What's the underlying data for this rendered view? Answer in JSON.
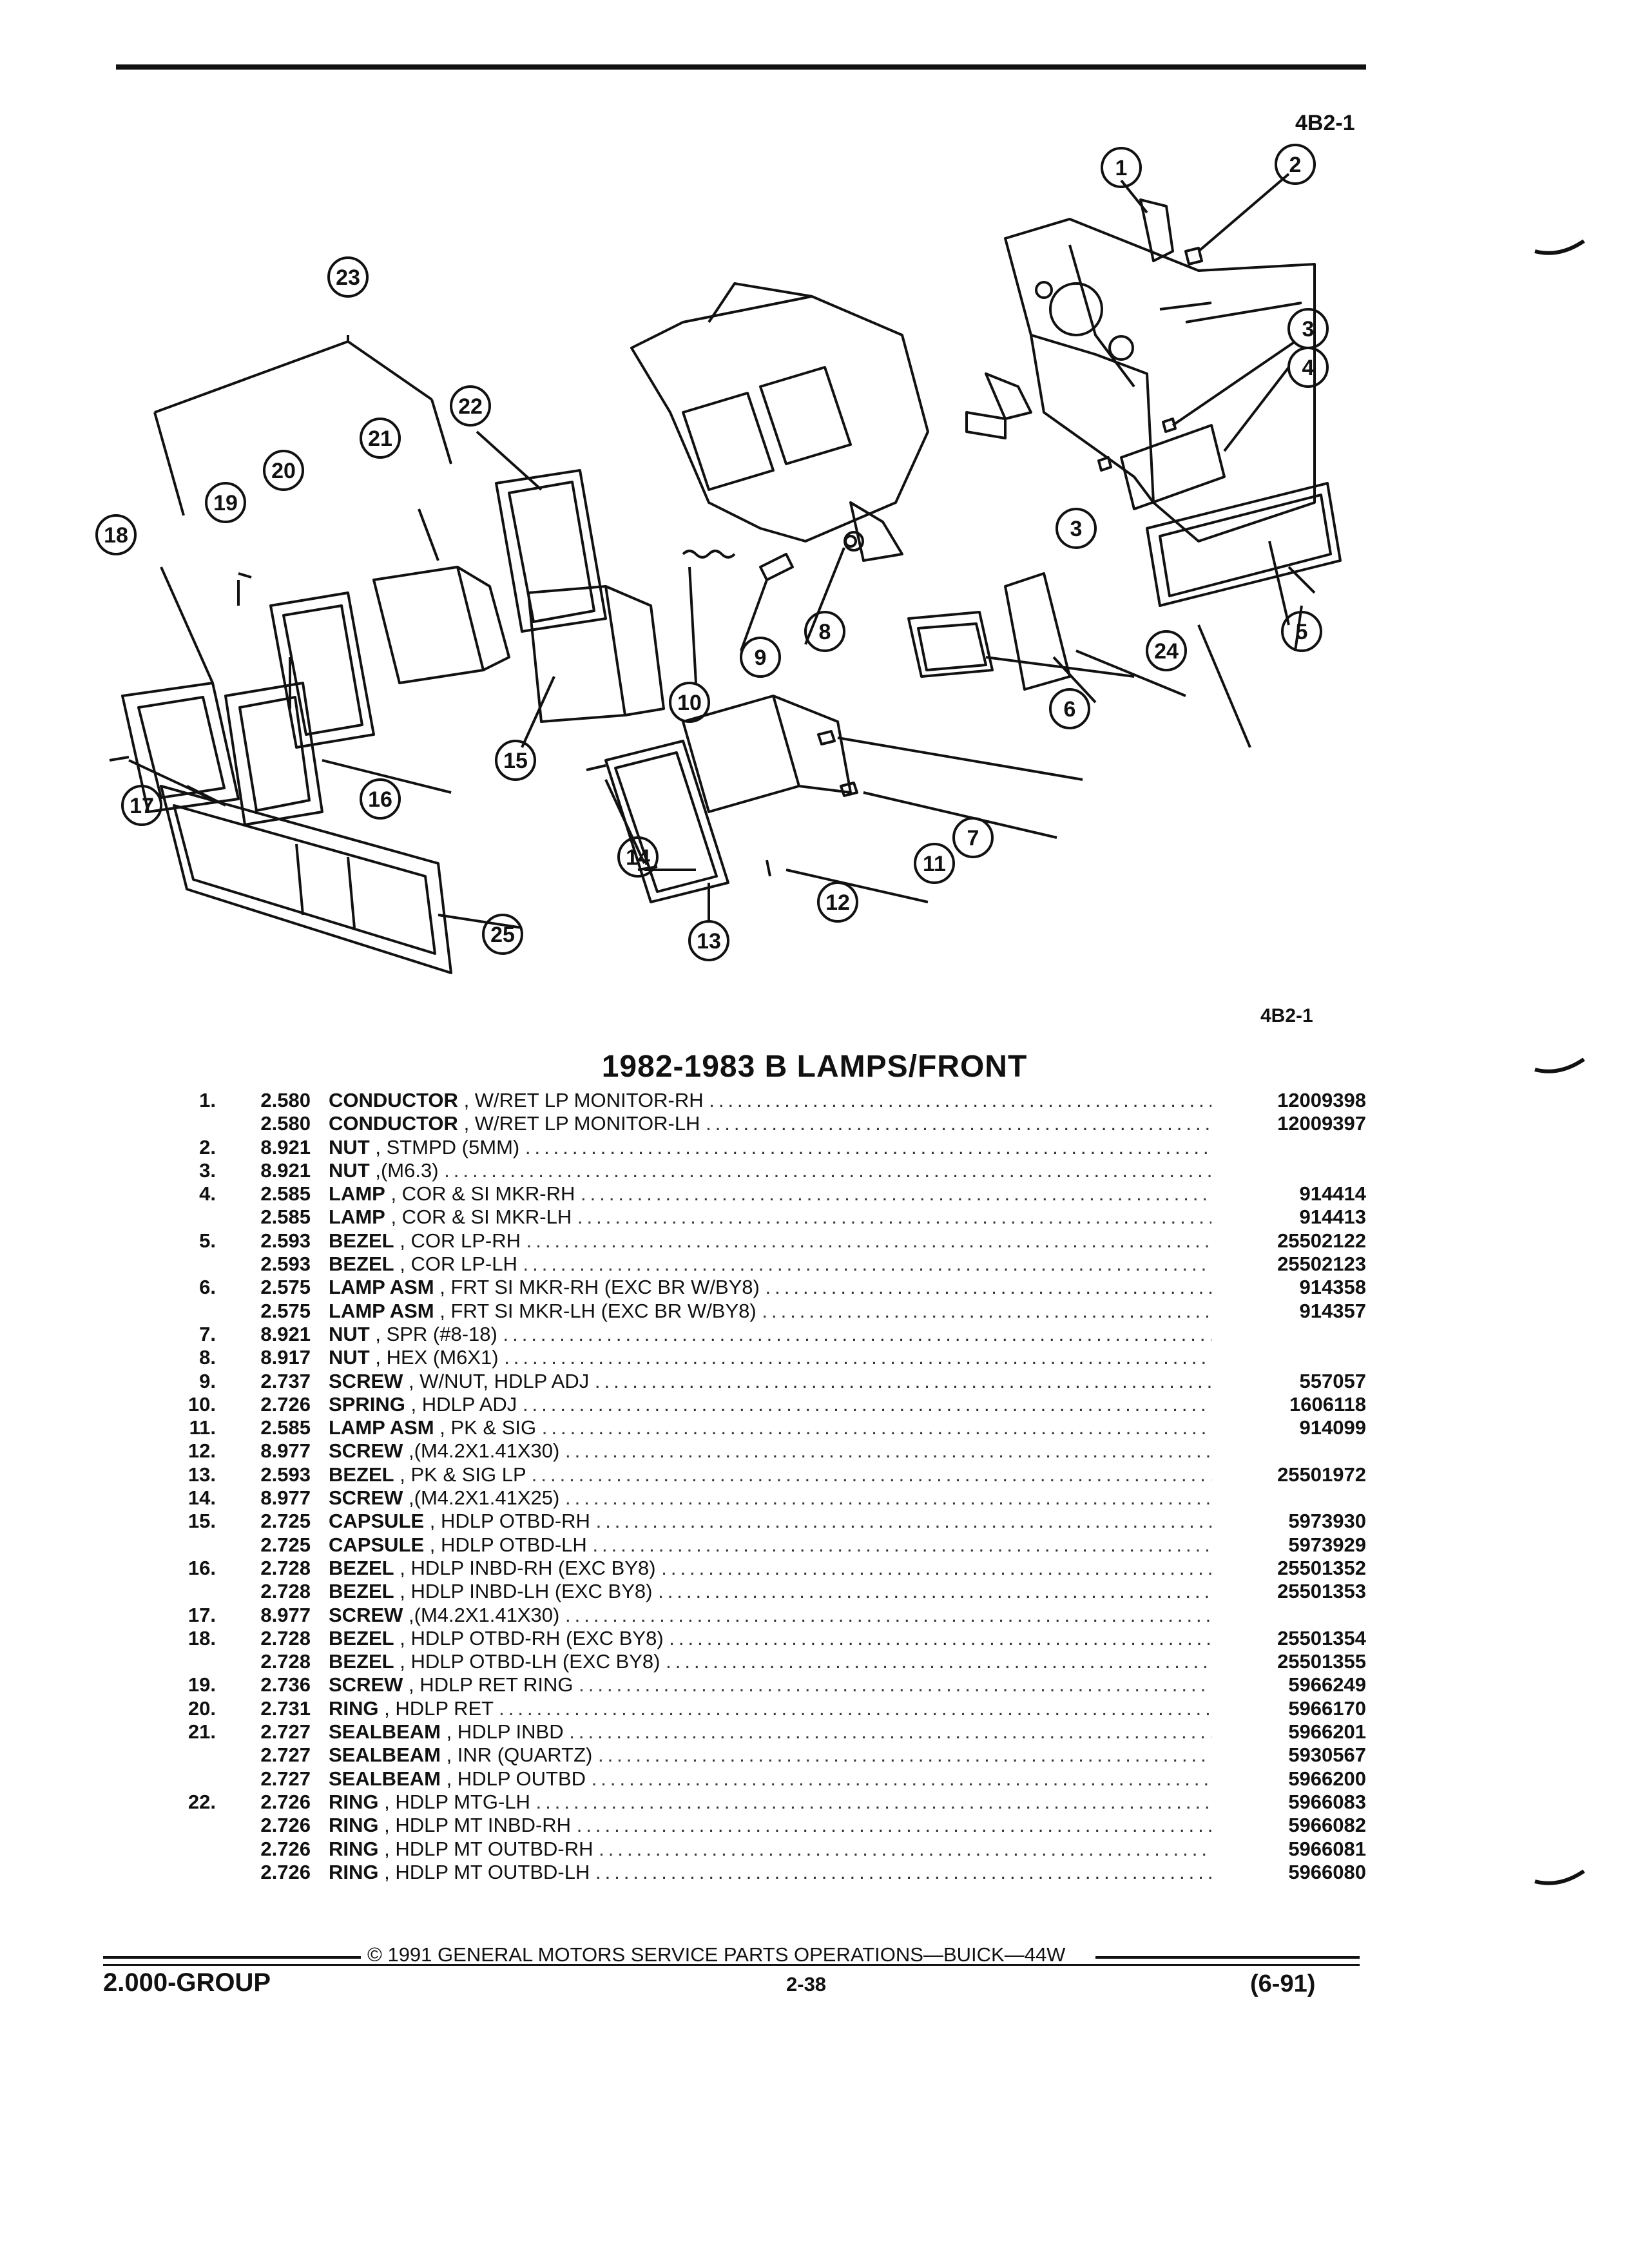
{
  "header": {
    "figure_code_top": "4B2-1"
  },
  "diagram": {
    "callouts": [
      "1",
      "2",
      "3",
      "4",
      "5",
      "6",
      "7",
      "8",
      "9",
      "10",
      "11",
      "12",
      "13",
      "14",
      "15",
      "16",
      "17",
      "18",
      "19",
      "20",
      "21",
      "22",
      "23",
      "24",
      "25"
    ],
    "figure_code_bottom": "4B2-1"
  },
  "title": "1982-1983 B LAMPS/FRONT",
  "parts": [
    {
      "num": "1.",
      "grp": "2.580",
      "name": "CONDUCTOR",
      "desc": ", W/RET LP MONITOR-RH",
      "pn": "12009398"
    },
    {
      "num": "",
      "grp": "2.580",
      "name": "CONDUCTOR",
      "desc": ", W/RET LP MONITOR-LH",
      "pn": "12009397"
    },
    {
      "num": "2.",
      "grp": "8.921",
      "name": "NUT",
      "desc": ", STMPD (5MM)",
      "pn": ""
    },
    {
      "num": "3.",
      "grp": "8.921",
      "name": "NUT",
      "desc": ",(M6.3)",
      "pn": ""
    },
    {
      "num": "4.",
      "grp": "2.585",
      "name": "LAMP",
      "desc": ", COR & SI MKR-RH",
      "pn": "914414"
    },
    {
      "num": "",
      "grp": "2.585",
      "name": "LAMP",
      "desc": ", COR & SI MKR-LH",
      "pn": "914413"
    },
    {
      "num": "5.",
      "grp": "2.593",
      "name": "BEZEL",
      "desc": ", COR LP-RH",
      "pn": "25502122"
    },
    {
      "num": "",
      "grp": "2.593",
      "name": "BEZEL",
      "desc": ", COR LP-LH",
      "pn": "25502123"
    },
    {
      "num": "6.",
      "grp": "2.575",
      "name": "LAMP ASM",
      "desc": ", FRT SI MKR-RH (EXC BR W/BY8)",
      "pn": "914358"
    },
    {
      "num": "",
      "grp": "2.575",
      "name": "LAMP ASM",
      "desc": ", FRT SI MKR-LH (EXC BR W/BY8)",
      "pn": "914357"
    },
    {
      "num": "7.",
      "grp": "8.921",
      "name": "NUT",
      "desc": ", SPR (#8-18)",
      "pn": ""
    },
    {
      "num": "8.",
      "grp": "8.917",
      "name": "NUT",
      "desc": ", HEX (M6X1)",
      "pn": ""
    },
    {
      "num": "9.",
      "grp": "2.737",
      "name": "SCREW",
      "desc": ", W/NUT, HDLP ADJ",
      "pn": "557057"
    },
    {
      "num": "10.",
      "grp": "2.726",
      "name": "SPRING",
      "desc": ", HDLP ADJ",
      "pn": "1606118"
    },
    {
      "num": "11.",
      "grp": "2.585",
      "name": "LAMP ASM",
      "desc": ", PK & SIG",
      "pn": "914099"
    },
    {
      "num": "12.",
      "grp": "8.977",
      "name": "SCREW",
      "desc": ",(M4.2X1.41X30)",
      "pn": ""
    },
    {
      "num": "13.",
      "grp": "2.593",
      "name": "BEZEL",
      "desc": ", PK & SIG LP",
      "pn": "25501972"
    },
    {
      "num": "14.",
      "grp": "8.977",
      "name": "SCREW",
      "desc": ",(M4.2X1.41X25)",
      "pn": ""
    },
    {
      "num": "15.",
      "grp": "2.725",
      "name": "CAPSULE",
      "desc": ", HDLP OTBD-RH",
      "pn": "5973930"
    },
    {
      "num": "",
      "grp": "2.725",
      "name": "CAPSULE",
      "desc": ", HDLP OTBD-LH",
      "pn": "5973929"
    },
    {
      "num": "16.",
      "grp": "2.728",
      "name": "BEZEL",
      "desc": ", HDLP INBD-RH (EXC BY8)",
      "pn": "25501352"
    },
    {
      "num": "",
      "grp": "2.728",
      "name": "BEZEL",
      "desc": ", HDLP INBD-LH (EXC BY8)",
      "pn": "25501353"
    },
    {
      "num": "17.",
      "grp": "8.977",
      "name": "SCREW",
      "desc": ",(M4.2X1.41X30)",
      "pn": ""
    },
    {
      "num": "18.",
      "grp": "2.728",
      "name": "BEZEL",
      "desc": ", HDLP OTBD-RH (EXC BY8)",
      "pn": "25501354"
    },
    {
      "num": "",
      "grp": "2.728",
      "name": "BEZEL",
      "desc": ", HDLP OTBD-LH (EXC BY8)",
      "pn": "25501355"
    },
    {
      "num": "19.",
      "grp": "2.736",
      "name": "SCREW",
      "desc": ", HDLP RET RING",
      "pn": "5966249"
    },
    {
      "num": "20.",
      "grp": "2.731",
      "name": "RING",
      "desc": ", HDLP RET",
      "pn": "5966170"
    },
    {
      "num": "21.",
      "grp": "2.727",
      "name": "SEALBEAM",
      "desc": ", HDLP INBD",
      "pn": "5966201"
    },
    {
      "num": "",
      "grp": "2.727",
      "name": "SEALBEAM",
      "desc": ", INR (QUARTZ)",
      "pn": "5930567"
    },
    {
      "num": "",
      "grp": "2.727",
      "name": "SEALBEAM",
      "desc": ", HDLP OUTBD",
      "pn": "5966200"
    },
    {
      "num": "22.",
      "grp": "2.726",
      "name": "RING",
      "desc": ", HDLP MTG-LH",
      "pn": "5966083"
    },
    {
      "num": "",
      "grp": "2.726",
      "name": "RING",
      "desc": ", HDLP MT INBD-RH",
      "pn": "5966082"
    },
    {
      "num": "",
      "grp": "2.726",
      "name": "RING",
      "desc": ", HDLP MT OUTBD-RH",
      "pn": "5966081"
    },
    {
      "num": "",
      "grp": "2.726",
      "name": "RING",
      "desc": ", HDLP MT OUTBD-LH",
      "pn": "5966080"
    }
  ],
  "footer": {
    "copyright": "© 1991 GENERAL MOTORS SERVICE PARTS OPERATIONS—BUICK—44W",
    "group": "2.000-GROUP",
    "page": "2-38",
    "date": "(6-91)"
  }
}
